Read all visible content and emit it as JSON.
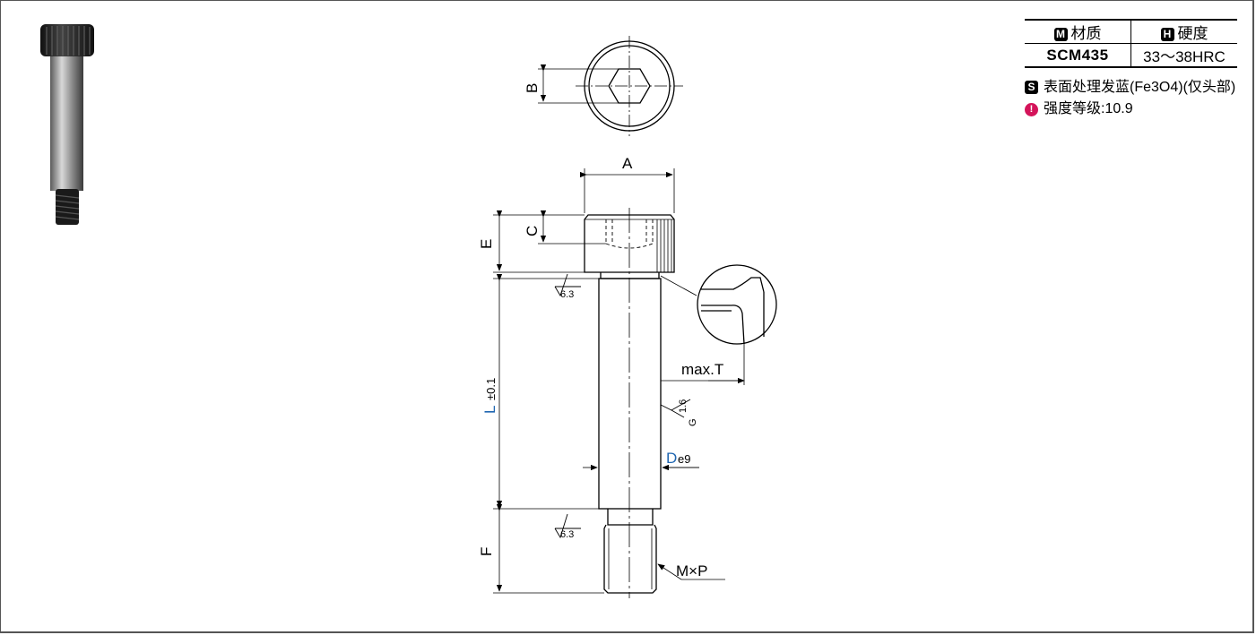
{
  "dimensions": {
    "A": "A",
    "B": "B",
    "C": "C",
    "E": "E",
    "F": "F",
    "L": "L",
    "L_tol": "±0.1",
    "D": "D",
    "D_tol": "e9",
    "max_t": "max.T",
    "thread": "M×P"
  },
  "surface_finish": {
    "rough1": "6.3",
    "rough2": "6.3",
    "fine": "1.6",
    "fine_grade": "G"
  },
  "spec_table": {
    "material_badge": "M",
    "material_header": "材质",
    "hardness_badge": "H",
    "hardness_header": "硬度",
    "material_value": "SCM435",
    "hardness_value": "33～38HRC"
  },
  "notes": {
    "surface_badge": "S",
    "surface_treatment": "表面处理发蓝(Fe3O4)(仅头部)",
    "strength_grade": "强度等级:10.9"
  },
  "colors": {
    "dimension_highlight": "#1f66b1",
    "strength_icon": "#d4145a"
  }
}
